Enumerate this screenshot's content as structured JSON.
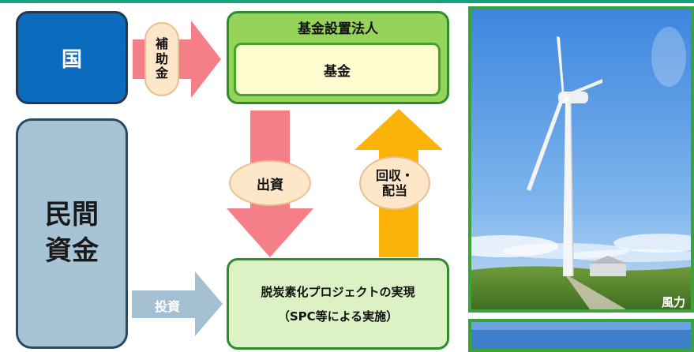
{
  "kuni": {
    "label": "国"
  },
  "private_funds": {
    "line1": "民間",
    "line2": "資金"
  },
  "subsidy": {
    "chars": [
      "補",
      "助",
      "金"
    ]
  },
  "fund_corp": {
    "title": "基金設置法人",
    "fund_label": "基金"
  },
  "investment_arrow": {
    "label": "出資"
  },
  "return_arrow": {
    "line1": "回収・",
    "line2": "配当"
  },
  "invest_arrow": {
    "label": "投資"
  },
  "project": {
    "line1": "脱炭素化プロジェクトの実現",
    "line2": "（SPC等による実施）"
  },
  "photo": {
    "caption": "風力"
  },
  "colors": {
    "kuni_blue": "#0b6bbd",
    "private_blue": "#a6c4d6",
    "fund_green": "#96d35b",
    "fund_inner": "#fdfccf",
    "project_green": "#dcf2c5",
    "arrow_pink": "#f47f88",
    "arrow_orange": "#fbb30a",
    "arrow_steel": "#a3bfd1",
    "oval_cream": "#fde7c8"
  }
}
